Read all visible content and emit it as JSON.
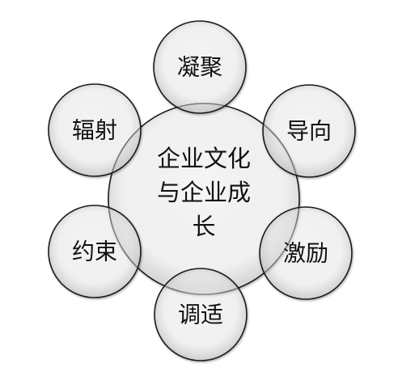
{
  "center": {
    "lines": [
      "企业文化",
      "与企业成",
      "长"
    ]
  },
  "nodes": [
    {
      "id": "top",
      "label": "凝聚"
    },
    {
      "id": "upper-right",
      "label": "导向"
    },
    {
      "id": "lower-right",
      "label": "激励"
    },
    {
      "id": "bottom",
      "label": "调适"
    },
    {
      "id": "lower-left",
      "label": "约束"
    },
    {
      "id": "upper-left",
      "label": "辐射"
    }
  ],
  "colors": {
    "stroke": "#1a1a1a",
    "fill_center": "#ffffff",
    "fill_edge": "#cfcfcf",
    "text": "#111111"
  }
}
